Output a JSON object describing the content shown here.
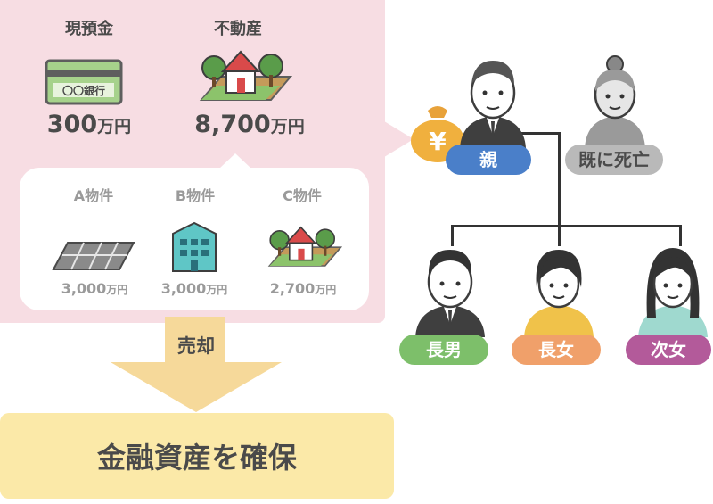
{
  "assets": {
    "cash": {
      "label": "現預金",
      "value": "300",
      "unit": "万円",
      "card_text": "〇〇銀行",
      "icon": "bank-card-icon"
    },
    "realestate": {
      "label": "不動産",
      "value": "8,700",
      "unit": "万円",
      "icon": "house-icon"
    }
  },
  "properties": [
    {
      "label": "A物件",
      "value": "3,000",
      "unit": "万円",
      "icon": "parking-lot-icon"
    },
    {
      "label": "B物件",
      "value": "3,000",
      "unit": "万円",
      "icon": "apartment-building-icon"
    },
    {
      "label": "C物件",
      "value": "2,700",
      "unit": "万円",
      "icon": "house-icon"
    }
  ],
  "flow": {
    "action_label": "売却",
    "result_label": "金融資産を確保"
  },
  "family": {
    "parent": {
      "label": "親",
      "color": "#4a7fc9"
    },
    "deceased": {
      "label": "既に死亡",
      "color": "#b9b9b9"
    },
    "money_bag_symbol": "¥",
    "children": [
      {
        "label": "長男",
        "color": "#7dbf6a"
      },
      {
        "label": "長女",
        "color": "#f0a06a"
      },
      {
        "label": "次女",
        "color": "#b35a9a"
      }
    ]
  }
}
